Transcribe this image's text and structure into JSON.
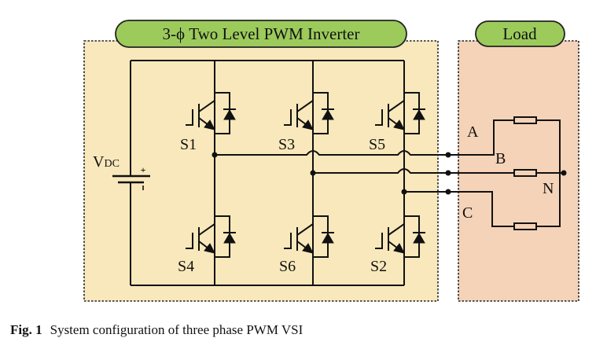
{
  "figure": {
    "inverter_title": "3-ϕ Two Level PWM Inverter",
    "load_title": "Load",
    "source_label": "V",
    "source_subscript": "DC",
    "plus_sign": "+",
    "minus_sign": "ı",
    "switches": {
      "top": [
        "S1",
        "S3",
        "S5"
      ],
      "bottom": [
        "S4",
        "S6",
        "S2"
      ]
    },
    "phases": [
      "A",
      "B",
      "C"
    ],
    "neutral_label": "N",
    "colors": {
      "inverter_bg": "#f8e8bb",
      "load_bg": "#f5d3b8",
      "title_pill": "#9ccb5c",
      "wire": "#111111"
    }
  },
  "caption": {
    "label": "Fig. 1",
    "text": "System configuration of three phase PWM VSI"
  }
}
